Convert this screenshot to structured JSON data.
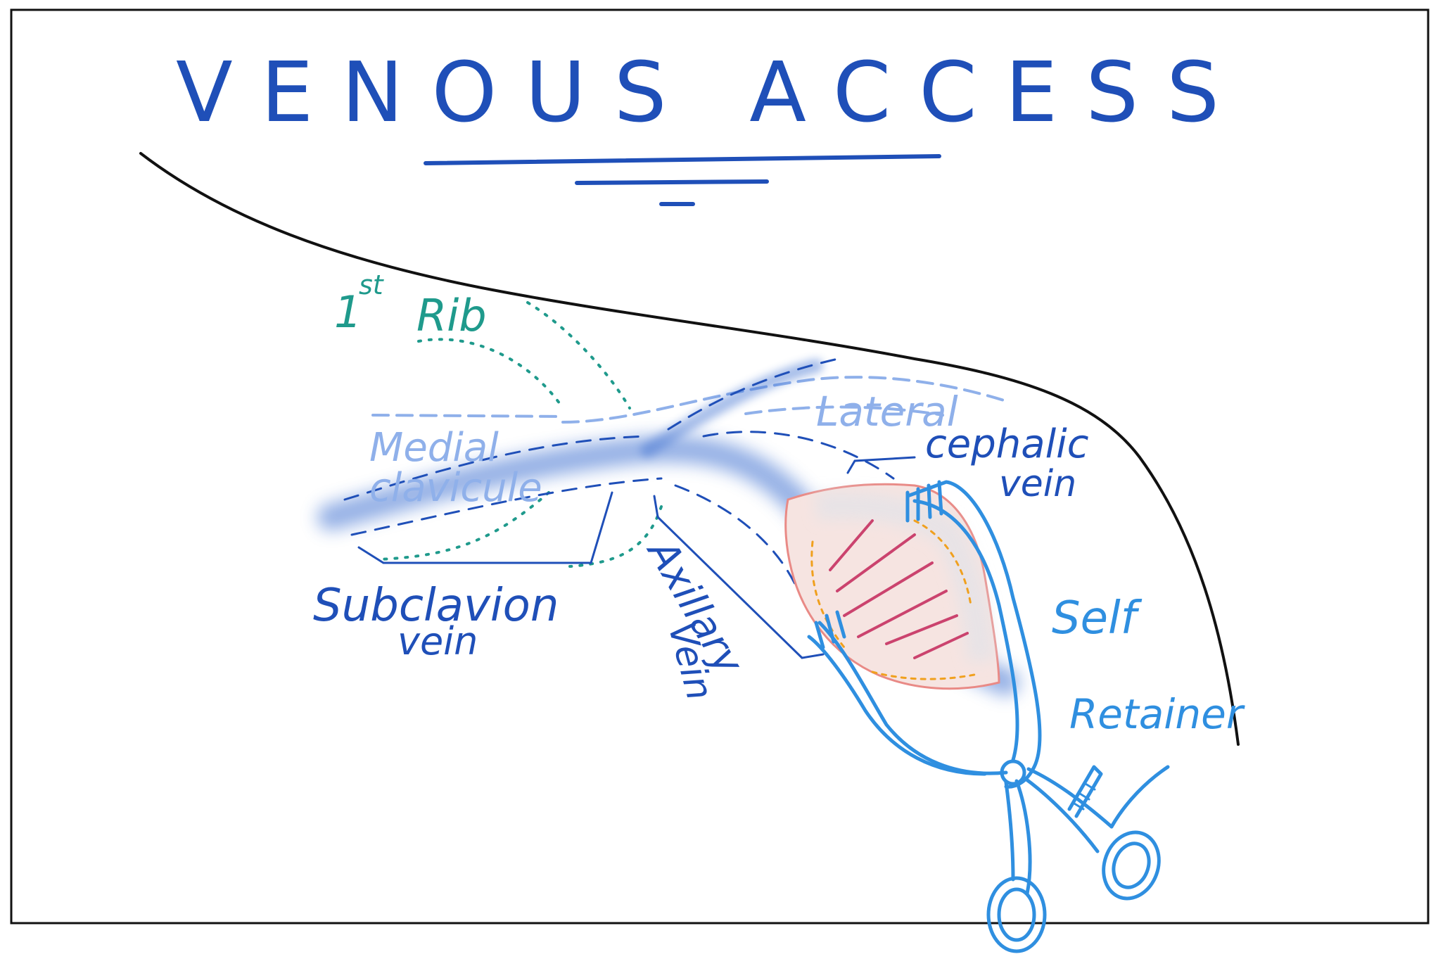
{
  "title": "VENOUS ACCESS",
  "labels": {
    "first_rib_number": "1",
    "first_rib_suffix": "st",
    "first_rib_word": "Rib",
    "lateral": "Lateral",
    "medial": "Medial",
    "clavicle": "clavicule",
    "cephalic_1": "cephalic",
    "cephalic_2": "vein",
    "subclavian_1": "Subclavion",
    "subclavian_2": "vein",
    "axillary_1": "Axillary",
    "axillary_2": "Vein",
    "self_1": "Self",
    "self_2": "Retainer"
  },
  "colors": {
    "ink_blue": "#1f4fb8",
    "light_blue": "#8fb0ea",
    "teal": "#1f9a8c",
    "retractor_blue": "#2f8fe0",
    "wound_pink": "#e98a86",
    "wound_fill": "#f6e4e1",
    "fat_orange": "#f0a01e",
    "hatch_red": "#c4275a",
    "vein_blue": "#3d6fd0",
    "frame": "#111111"
  }
}
